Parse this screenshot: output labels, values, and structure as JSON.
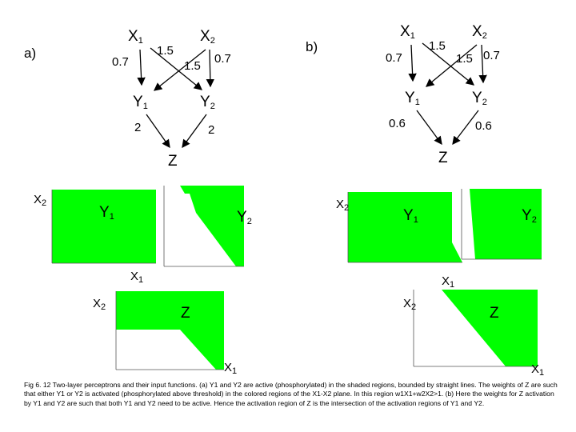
{
  "colors": {
    "active_region": "#00ff00",
    "ink": "#000000"
  },
  "panel_a": {
    "label": "a)",
    "x1": "X",
    "x1_sub": "1",
    "x2": "X",
    "x2_sub": "2",
    "w_x1_y1": "0.7",
    "w_x1_y2": "1.5",
    "w_x2_y1": "1.5",
    "w_x2_y2": "0.7",
    "y1": "Y",
    "y1_sub": "1",
    "y2": "Y",
    "y2_sub": "2",
    "w_y1_z": "2",
    "w_y2_z": "2",
    "z": "Z"
  },
  "panel_b": {
    "label": "b)",
    "x1": "X",
    "x1_sub": "1",
    "x2": "X",
    "x2_sub": "2",
    "w_x1_y1": "0.7",
    "w_x1_y2": "1.5",
    "w_x2_y1": "1.5",
    "w_x2_y2": "0.7",
    "y1": "Y",
    "y1_sub": "1",
    "y2": "Y",
    "y2_sub": "2",
    "w_y1_z": "0.6",
    "w_y2_z": "0.6",
    "z": "Z"
  },
  "plots": {
    "a_y1": {
      "title": "Y",
      "title_sub": "1",
      "xlabel": "X",
      "xlabel_sub": "1",
      "ylabel": "X",
      "ylabel_sub": "2"
    },
    "a_y2": {
      "title": "Y",
      "title_sub": "2"
    },
    "a_z": {
      "title": "Z",
      "xlabel": "X",
      "xlabel_sub": "1",
      "ylabel": "X",
      "ylabel_sub": "2"
    },
    "b_y1": {
      "title": "Y",
      "title_sub": "1",
      "xlabel": "X",
      "xlabel_sub": "1",
      "ylabel": "X",
      "ylabel_sub": "2"
    },
    "b_y2": {
      "title": "Y",
      "title_sub": "2"
    },
    "b_z": {
      "title": "Z",
      "xlabel": "X",
      "xlabel_sub": "1",
      "ylabel": "X",
      "ylabel_sub": "2"
    }
  },
  "caption": "Fig 6. 12 Two-layer perceptrons and their input functions. (a) Y1 and Y2 are active (phosphorylated) in the shaded regions, bounded by straight lines. The weights of Z are such that either Y1 or Y2 is activated (phosphorylated above threshold) in the colored regions of the X1-X2 plane. In this region w1X1+w2X2>1. (b) Here the weights for Z activation by Y1 and Y2 are such that both Y1 and Y2 need to be active. Hence the activation region of Z is the intersection of the activation regions of Y1 and Y2."
}
